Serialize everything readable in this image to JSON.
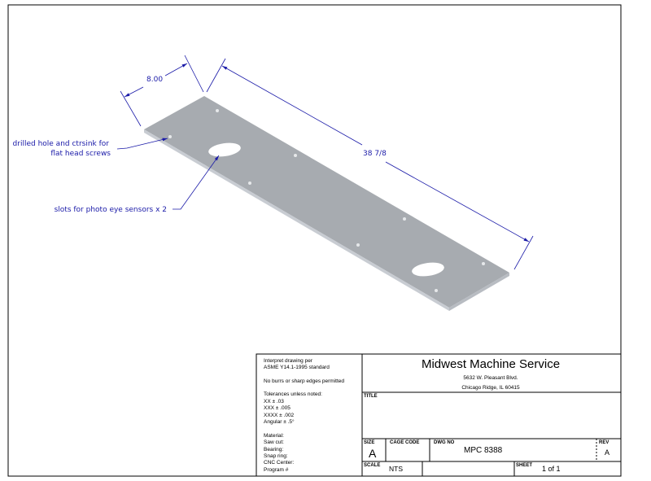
{
  "drawing": {
    "dimensions": {
      "width": "8.00",
      "length": "38 7/8"
    },
    "callouts": {
      "holes_line1": "drilled hole and ctrsink for",
      "holes_line2": "flat head screws",
      "slots": "slots for photo eye sensors x 2"
    }
  },
  "notes": {
    "interpret_1": "Interpret drawing per",
    "interpret_2": "ASME Y14.1-1995 standard",
    "burrs": "No burrs or sharp edges permitted",
    "tolerances_title": "Tolerances unless noted:",
    "tol_xx": "XX ± .03",
    "tol_xxx": "XXX ± .005",
    "tol_xxxx": "XXXX ± .002",
    "tol_angular": "Angular ± .5°",
    "material": "Material:",
    "saw_cut": "Saw cut:",
    "bearing": "Bearing:",
    "snap_ring": "Snap ring:",
    "cnc_center": "CNC Center:",
    "program": "Program #"
  },
  "title_block": {
    "company": "Midwest Machine Service",
    "address_1": "5632 W. Pleasant Blvd.",
    "address_2": "Chicago Ridge, IL 60415",
    "title_label": "TITLE",
    "size_label": "SIZE",
    "size_value": "A",
    "cage_code_label": "CAGE CODE",
    "dwg_no_label": "DWG NO",
    "dwg_no_value": "MPC 8388",
    "rev_label": "REV",
    "rev_value": "A",
    "scale_label": "SCALE",
    "scale_value": "NTS",
    "sheet_label": "SHEET",
    "sheet_value": "1 of 1"
  }
}
